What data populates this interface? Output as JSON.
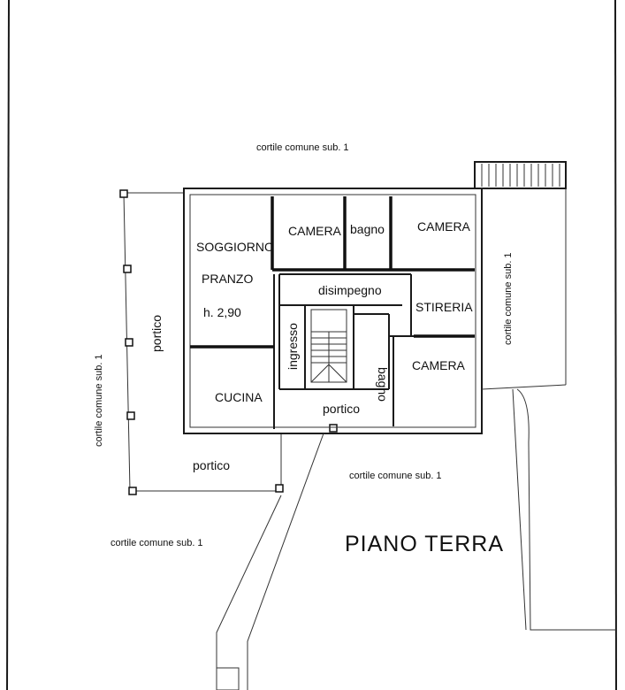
{
  "plan": {
    "title": "PIANO TERRA",
    "courtyard_label": "cortile comune sub. 1",
    "rooms": {
      "soggiorno": "SOGGIORNO",
      "pranzo": "PRANZO",
      "height": "h. 2,90",
      "camera": "CAMERA",
      "bagno": "bagno",
      "disimpegno": "disimpegno",
      "stireria": "STIRERIA",
      "ingresso": "ingresso",
      "cucina": "CUCINA",
      "portico": "portico"
    }
  }
}
